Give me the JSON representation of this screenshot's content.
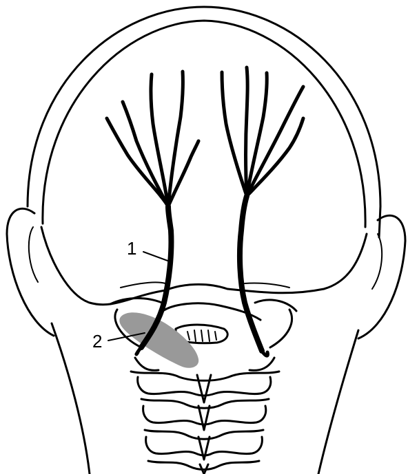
{
  "figure": {
    "labels": [
      {
        "id": "label-1",
        "text": "1"
      },
      {
        "id": "label-2",
        "text": "2"
      }
    ],
    "colors": {
      "ink": "#000000",
      "muscle": "#999999",
      "background": "#ffffff"
    }
  }
}
